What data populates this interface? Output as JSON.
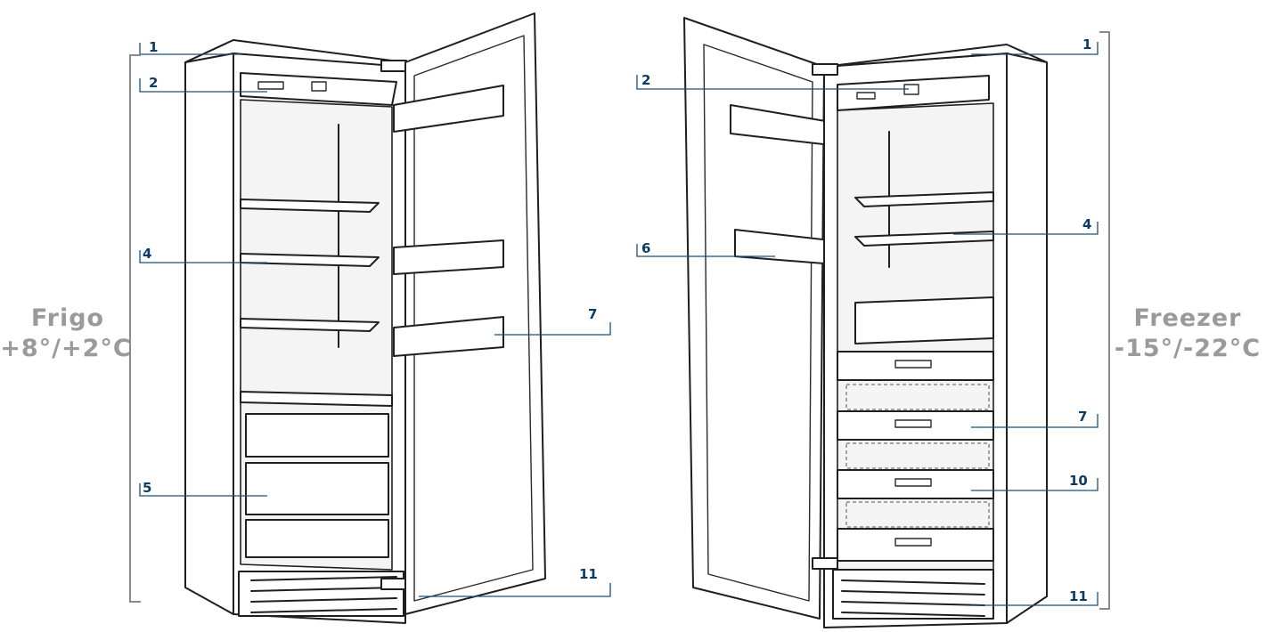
{
  "left_unit": {
    "zone_name": "Frigo",
    "temperature": "+8°/+2°C",
    "callouts": [
      "1",
      "2",
      "4",
      "5",
      "7",
      "11"
    ]
  },
  "right_unit": {
    "zone_name": "Freezer",
    "temperature": "-15°/-22°C",
    "callouts": [
      "1",
      "2",
      "4",
      "6",
      "7",
      "10",
      "11"
    ]
  },
  "colors": {
    "callout_text": "#0d3b63",
    "leader_line": "#1b4f7a",
    "zone_label": "#9a9a9a",
    "outline": "#1f1f1f"
  }
}
